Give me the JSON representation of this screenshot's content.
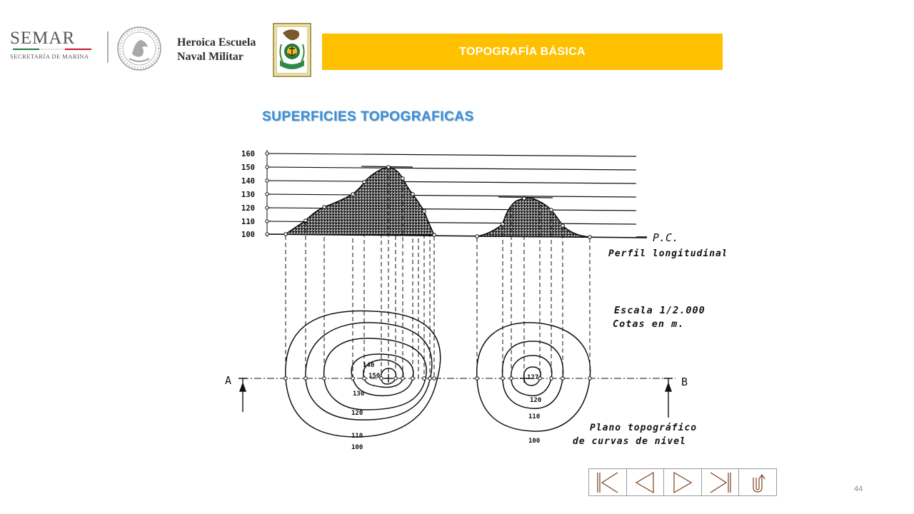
{
  "header": {
    "semar_logo": {
      "name": "SEMAR",
      "subtitle": "SECRETARÍA DE MARINA"
    },
    "school_name": {
      "line1": "Heroica Escuela",
      "line2": "Naval Militar"
    },
    "banner_title": "TOPOGRAFÍA BÁSICA",
    "colors": {
      "banner": "#ffc000",
      "banner_text": "#ffffff"
    }
  },
  "slide": {
    "subtitle": "SUPERFICIES  TOPOGRAFICAS",
    "subtitle_color": "#3a8fd8",
    "page_number": "44"
  },
  "diagram": {
    "elevation_labels": [
      "160",
      "150",
      "140",
      "130",
      "120",
      "110",
      "100"
    ],
    "pc_label": "P.C.",
    "profile_label": "Perfil longitudinal",
    "scale_label": "Escala 1/2.000",
    "units_label": "Cotas en m.",
    "section_start": "A",
    "section_end": "B",
    "plan_label_line1": "Plano topográfico",
    "plan_label_line2": "de curvas de nivel",
    "hill1_contours": [
      "140",
      "150",
      "130",
      "120",
      "110",
      "100"
    ],
    "hill2_contours": [
      "127",
      "120",
      "110",
      "100"
    ]
  },
  "navigation": {
    "buttons": [
      "first-slide",
      "previous-slide",
      "next-slide",
      "last-slide",
      "return"
    ]
  }
}
